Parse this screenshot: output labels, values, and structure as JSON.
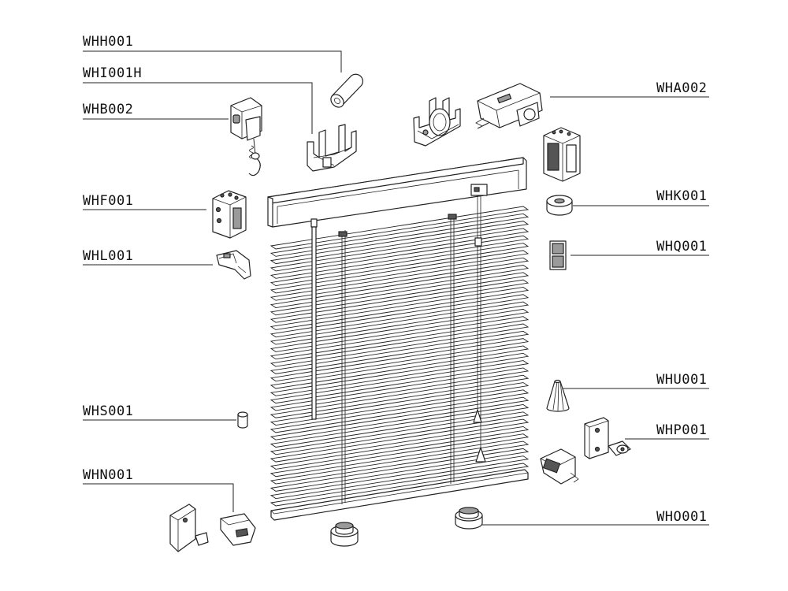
{
  "diagram": {
    "parts": [
      {
        "code": "WHH001"
      },
      {
        "code": "WHI001H"
      },
      {
        "code": "WHB002"
      },
      {
        "code": "WHA002"
      },
      {
        "code": "WHF001"
      },
      {
        "code": "WHK001"
      },
      {
        "code": "WHL001"
      },
      {
        "code": "WHQ001"
      },
      {
        "code": "WHU001"
      },
      {
        "code": "WHS001"
      },
      {
        "code": "WHP001"
      },
      {
        "code": "WHN001"
      },
      {
        "code": "WHO001"
      }
    ]
  }
}
